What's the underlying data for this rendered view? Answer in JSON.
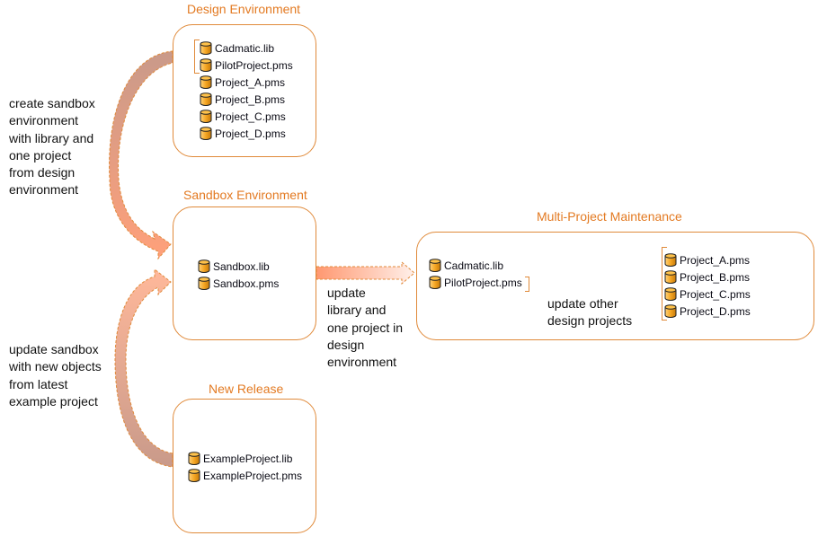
{
  "colors": {
    "accent": "#E37A22",
    "box_border": "#E08A3A",
    "db_fill": "#F5A623"
  },
  "design_environment": {
    "title": "Design Environment",
    "files": [
      {
        "name": "Cadmatic.lib",
        "icon": "database-icon"
      },
      {
        "name": "PilotProject.pms",
        "icon": "database-icon"
      },
      {
        "name": "Project_A.pms",
        "icon": "database-icon"
      },
      {
        "name": "Project_B.pms",
        "icon": "database-icon"
      },
      {
        "name": "Project_C.pms",
        "icon": "database-icon"
      },
      {
        "name": "Project_D.pms",
        "icon": "database-icon"
      }
    ]
  },
  "sandbox_environment": {
    "title": "Sandbox Environment",
    "files": [
      {
        "name": "Sandbox.lib",
        "icon": "database-icon"
      },
      {
        "name": "Sandbox.pms",
        "icon": "database-icon"
      }
    ]
  },
  "new_release": {
    "title": "New Release",
    "files": [
      {
        "name": "ExampleProject.lib",
        "icon": "database-icon"
      },
      {
        "name": "ExampleProject.pms",
        "icon": "database-icon"
      }
    ]
  },
  "multi_project": {
    "title": "Multi-Project Maintenance",
    "source_files": [
      {
        "name": "Cadmatic.lib",
        "icon": "database-icon"
      },
      {
        "name": "PilotProject.pms",
        "icon": "database-icon"
      }
    ],
    "target_files": [
      {
        "name": "Project_A.pms",
        "icon": "database-icon"
      },
      {
        "name": "Project_B.pms",
        "icon": "database-icon"
      },
      {
        "name": "Project_C.pms",
        "icon": "database-icon"
      },
      {
        "name": "Project_D.pms",
        "icon": "database-icon"
      }
    ],
    "arrow_label": [
      "update other",
      "design projects"
    ]
  },
  "notes": {
    "create_sandbox": [
      "create sandbox",
      "environment",
      "with library and",
      "one project",
      "from design",
      "environment"
    ],
    "update_sandbox": [
      "update sandbox",
      "with new objects",
      "from latest",
      "example project"
    ],
    "update_design": [
      "update",
      "library and",
      "one project in",
      "design",
      "environment"
    ]
  }
}
